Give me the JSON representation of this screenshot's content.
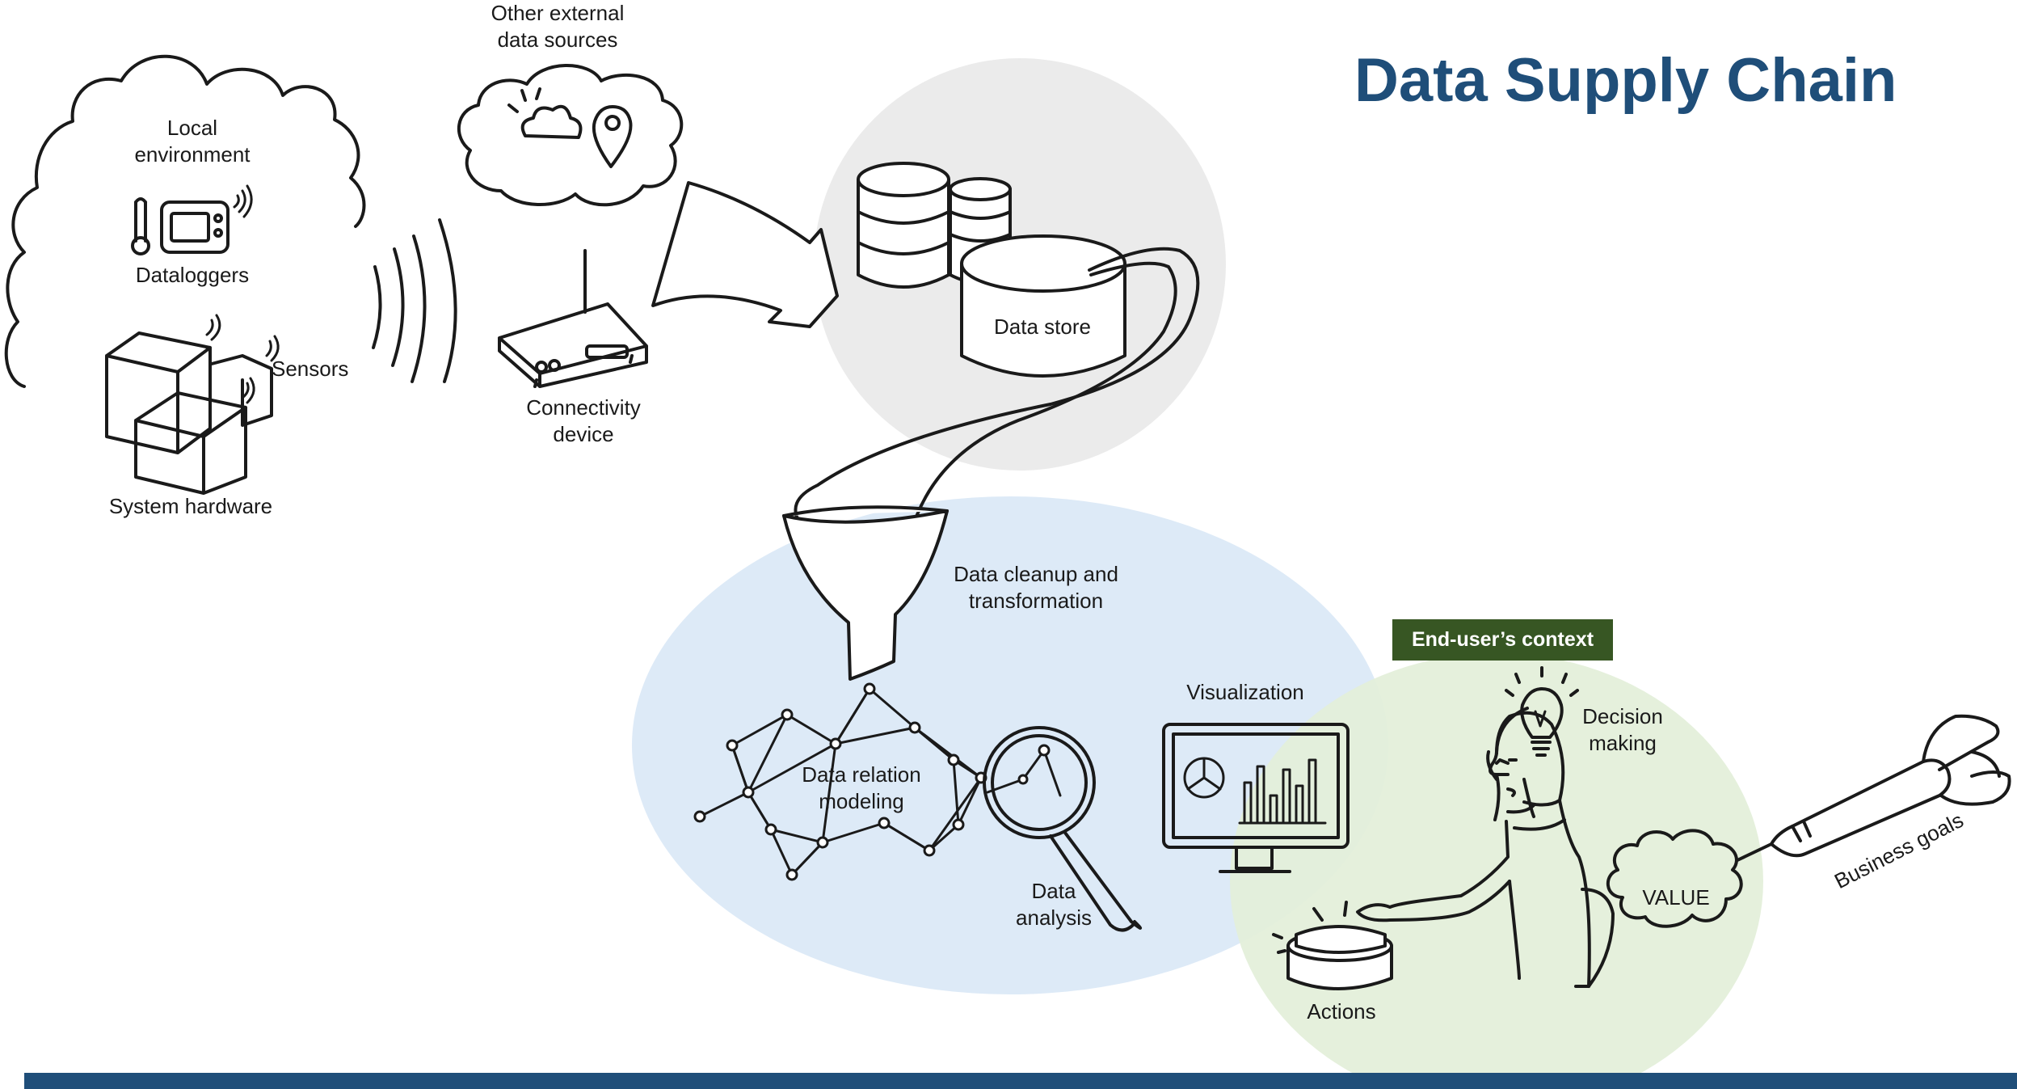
{
  "title": "Data Supply Chain",
  "colors": {
    "title": "#1f4e79",
    "bottom_bar": "#1f4e79",
    "badge": "#375623",
    "storage_bg": "#ebebeb",
    "processing_bg": "#ddeaf7",
    "context_bg": "#e3efd9",
    "line": "#1a1a1a"
  },
  "labels": {
    "local_environment": [
      "Local",
      "environment"
    ],
    "dataloggers": "Dataloggers",
    "sensors": "Sensors",
    "system_hardware": "System hardware",
    "external_sources": [
      "Other external",
      "data sources"
    ],
    "connectivity_device": [
      "Connectivity",
      "device"
    ],
    "data_store": "Data store",
    "data_cleanup": [
      "Data cleanup and",
      "transformation"
    ],
    "data_relation": [
      "Data relation",
      "modeling"
    ],
    "data_analysis": [
      "Data",
      "analysis"
    ],
    "visualization": "Visualization",
    "end_user_context": "End-user’s context",
    "decision_making": [
      "Decision",
      "making"
    ],
    "actions": "Actions",
    "value": "VALUE",
    "business_goals": "Business goals"
  },
  "icons": [
    "cloud-icon",
    "thermometer-icon",
    "datalogger-icon",
    "wifi-signal-icon",
    "cube-icon",
    "weather-icon",
    "location-pin-icon",
    "router-icon",
    "arrow-icon",
    "database-icon",
    "funnel-icon",
    "network-graph-icon",
    "magnifier-icon",
    "monitor-icon",
    "pie-chart-icon",
    "bar-chart-icon",
    "lightbulb-icon",
    "person-icon",
    "button-icon",
    "value-cloud-icon",
    "dart-icon"
  ]
}
